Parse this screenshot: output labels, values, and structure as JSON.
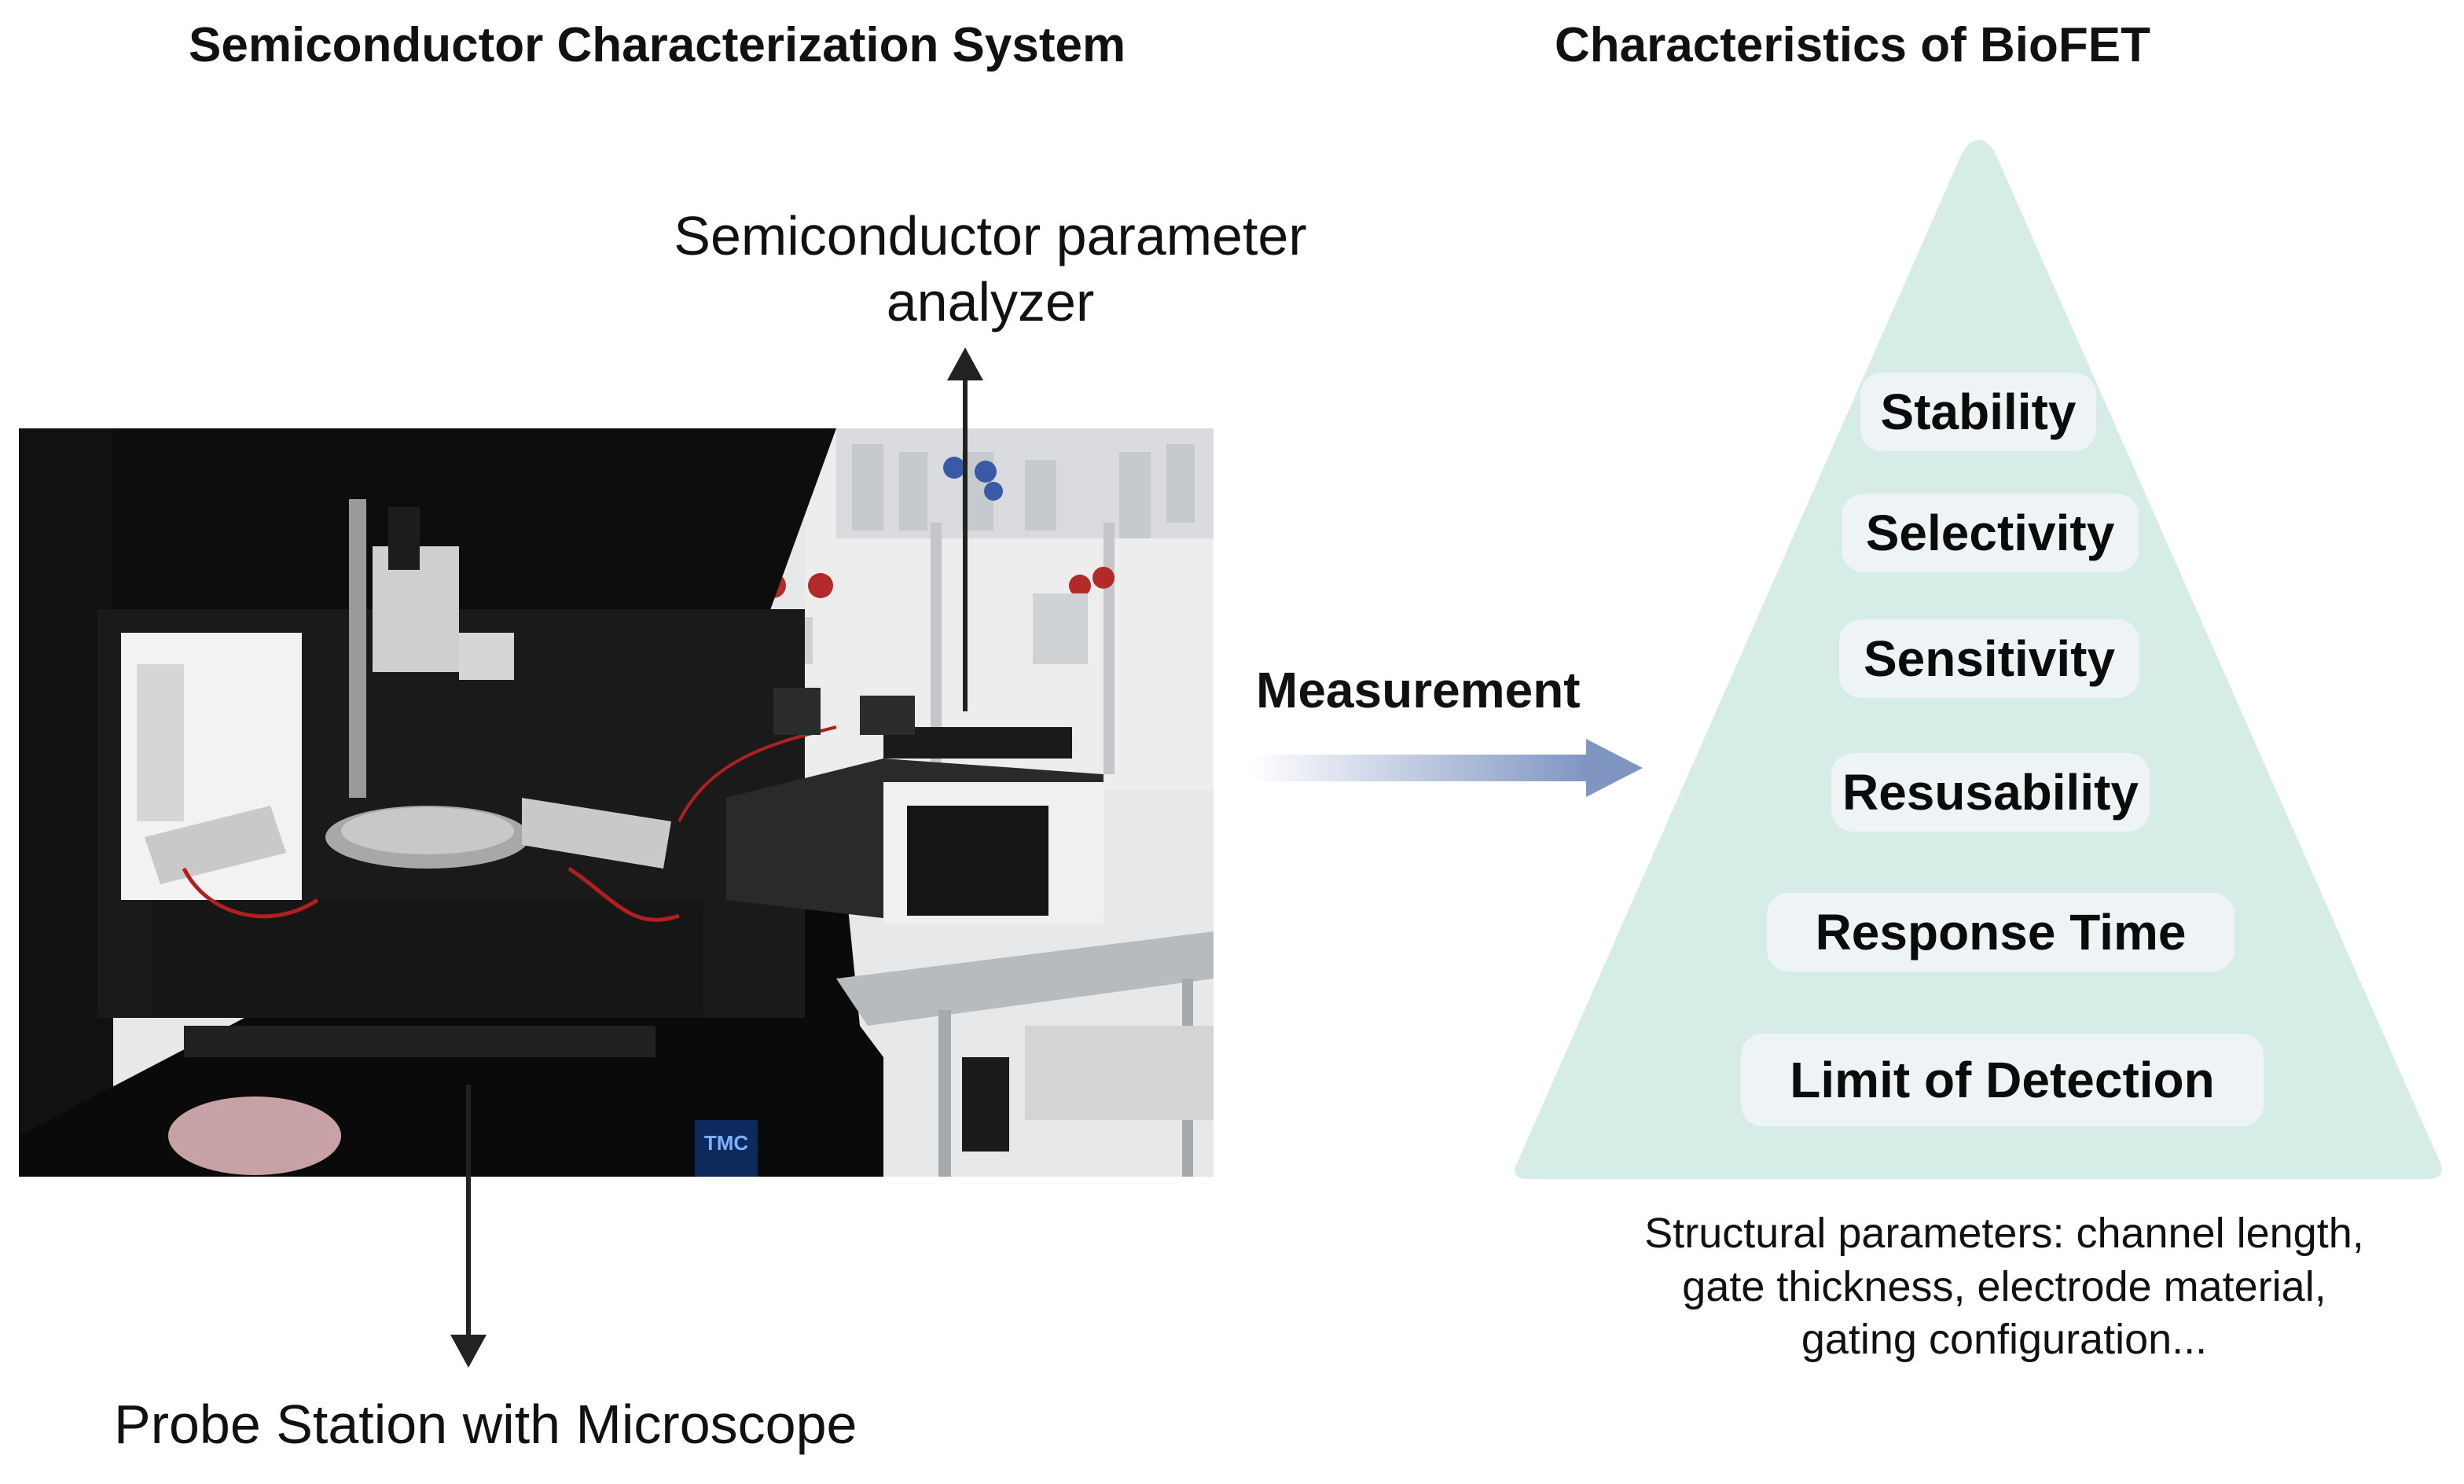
{
  "left_title": "Semiconductor Characterization System",
  "right_title": "Characteristics of BioFET",
  "analyzer_label": "Semiconductor parameter analyzer",
  "probe_label": "Probe Station with Microscope",
  "measurement_label": "Measurement",
  "pyramid_items": [
    "Stability",
    "Selectivity",
    "Sensitivity",
    "Resusability",
    "Response Time",
    "Limit of Detection"
  ],
  "structural_note": "Structural parameters: channel length, gate thickness,  electrode material, gating configuration...",
  "photo_badge": "TMC",
  "colors": {
    "pyramid_fill": "#d5ece7",
    "pill_fill": "#eef4f6",
    "arrow_gradient_start": "#ffffff",
    "arrow_gradient_end": "#7f95c2",
    "arrow_dark": "#222222"
  }
}
